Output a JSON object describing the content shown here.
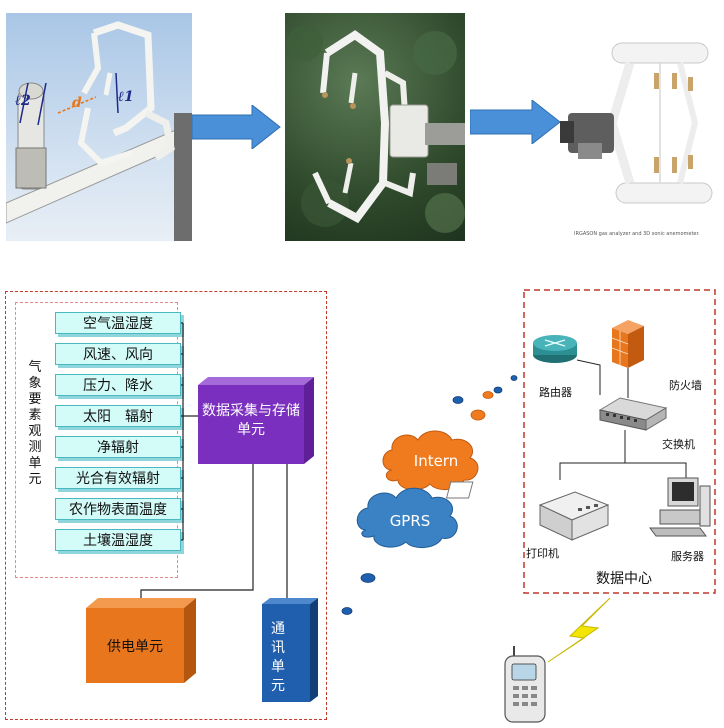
{
  "photos": {
    "p3_caption": "IRGASON gas analyzer and 3D sonic anemometer."
  },
  "photo1_labels": {
    "l2": "ℓ2",
    "d": "d",
    "l1": "ℓ1"
  },
  "observation_group": {
    "title": "气象要素观测单元",
    "sensors": [
      "空气温湿度",
      "风速、风向",
      "压力、降水",
      "太阳　辐射",
      "净辐射",
      "光合有效辐射",
      "农作物表面温度",
      "土壤温湿度"
    ]
  },
  "units": {
    "acquisition": "数据采集与存储单元",
    "power": "供电单元",
    "comm": "通讯单元"
  },
  "network": {
    "internet": "Intern",
    "gprs": "GPRS"
  },
  "data_center": {
    "title": "数据中心",
    "router": "路由器",
    "firewall": "防火墙",
    "switch": "交换机",
    "printer": "打印机",
    "server": "服务器"
  },
  "colors": {
    "frame_red": "#c0392b",
    "arrow_blue": "#4a90d9",
    "sensor_fill": "#d3fbf8",
    "acq_purple": "#7b2fbe",
    "power_orange": "#e8761c",
    "comm_blue": "#1f5fae",
    "cloud_orange": "#f07a1e",
    "cloud_blue": "#3b82c4"
  }
}
